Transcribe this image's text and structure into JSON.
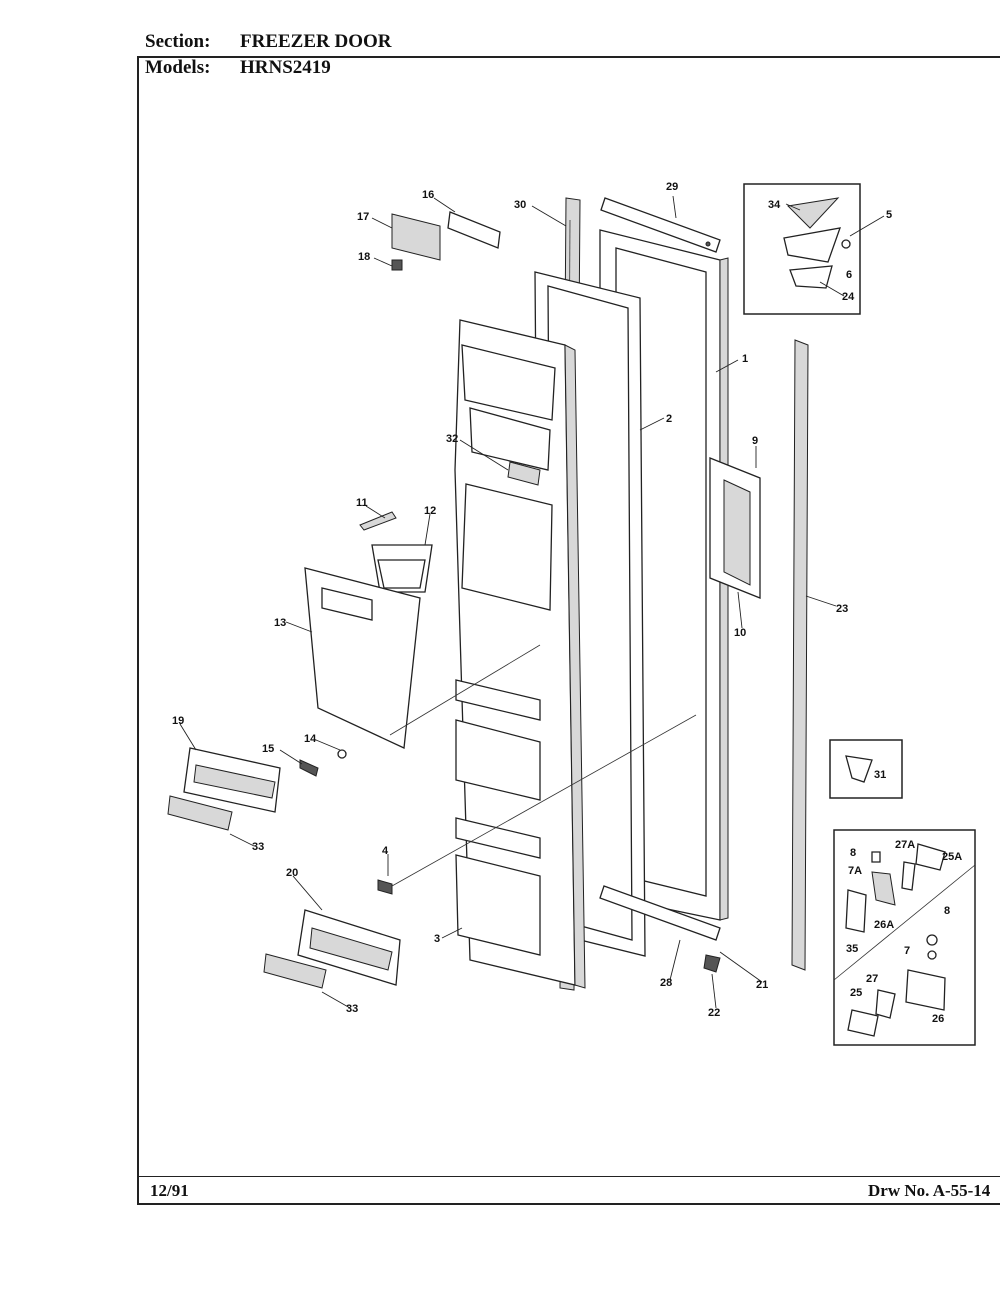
{
  "header": {
    "section_label": "Section:",
    "section_value": "FREEZER DOOR",
    "models_label": "Models:",
    "models_value": "HRNS2419"
  },
  "footer": {
    "date": "12/91",
    "drawing_number": "Drw No. A-55-14"
  },
  "callouts": {
    "p1": "1",
    "p2": "2",
    "p3": "3",
    "p4": "4",
    "p5": "5",
    "p6": "6",
    "p7": "7",
    "p7a": "7A",
    "p8a": "8",
    "p8b": "8",
    "p9": "9",
    "p10": "10",
    "p11": "11",
    "p12": "12",
    "p13": "13",
    "p14": "14",
    "p15": "15",
    "p16": "16",
    "p17": "17",
    "p18": "18",
    "p19": "19",
    "p20": "20",
    "p21": "21",
    "p22": "22",
    "p23": "23",
    "p24": "24",
    "p25": "25",
    "p25a": "25A",
    "p26": "26",
    "p26a": "26A",
    "p27": "27",
    "p27a": "27A",
    "p28": "28",
    "p29": "29",
    "p30": "30",
    "p31": "31",
    "p32": "32",
    "p33a": "33",
    "p33b": "33",
    "p34": "34",
    "p35": "35"
  }
}
